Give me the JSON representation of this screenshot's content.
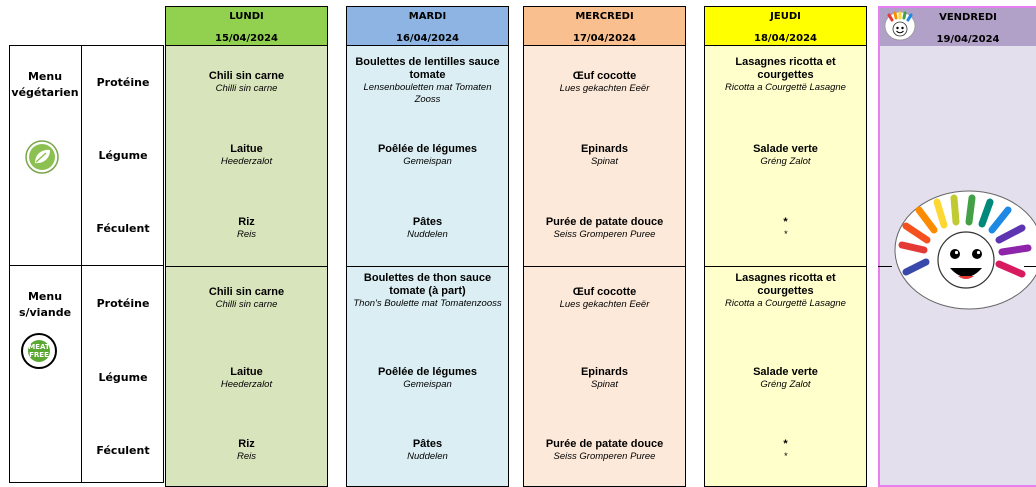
{
  "left": {
    "menus": [
      {
        "label_line1": "Menu",
        "label_line2": "végétarien",
        "icon": "leaf-icon"
      },
      {
        "label_line1": "Menu",
        "label_line2": "s/viande",
        "icon": "meat-free-icon",
        "badge_line1": "MEAT",
        "badge_line2": "FREE"
      }
    ],
    "categories": [
      "Protéine",
      "Légume",
      "Féculent"
    ]
  },
  "days": [
    {
      "name": "LUNDI",
      "date": "15/04/2024",
      "header_color": "#92d050",
      "body_color": "#d8e4bc",
      "menu1": [
        {
          "fr": "Chili sin carne",
          "lb": "Chilli sin carne"
        },
        {
          "fr": "Laitue",
          "lb": "Heederzalot"
        },
        {
          "fr": "Riz",
          "lb": "Reis"
        }
      ],
      "menu2": [
        {
          "fr": "Chili sin carne",
          "lb": "Chilli sin carne"
        },
        {
          "fr": "Laitue",
          "lb": "Heederzalot"
        },
        {
          "fr": "Riz",
          "lb": "Reis"
        }
      ]
    },
    {
      "name": "MARDI",
      "date": "16/04/2024",
      "header_color": "#8db4e2",
      "body_color": "#daeef3",
      "menu1": [
        {
          "fr": "Boulettes de lentilles sauce tomate",
          "lb": "Lensenbouletten mat Tomaten Zooss"
        },
        {
          "fr": "Poêlée de légumes",
          "lb": "Gemeispan"
        },
        {
          "fr": "Pâtes",
          "lb": "Nuddelen"
        }
      ],
      "menu2": [
        {
          "fr": "Boulettes de thon sauce tomate (à part)",
          "lb": "Thon's Boulette mat Tomatenzooss"
        },
        {
          "fr": "Poêlée de légumes",
          "lb": "Gemeispan"
        },
        {
          "fr": "Pâtes",
          "lb": "Nuddelen"
        }
      ]
    },
    {
      "name": "MERCREDI",
      "date": "17/04/2024",
      "header_color": "#fabf8f",
      "body_color": "#fde9d9",
      "menu1": [
        {
          "fr": "Œuf cocotte",
          "lb": "Lues gekachten Eeër"
        },
        {
          "fr": "Epinards",
          "lb": "Spinat"
        },
        {
          "fr": "Purée de patate douce",
          "lb": "Seiss Gromperen Puree"
        }
      ],
      "menu2": [
        {
          "fr": "Œuf cocotte",
          "lb": "Lues gekachten Eeër"
        },
        {
          "fr": "Epinards",
          "lb": "Spinat"
        },
        {
          "fr": "Purée de patate douce",
          "lb": "Seiss Gromperen Puree"
        }
      ]
    },
    {
      "name": "JEUDI",
      "date": "18/04/2024",
      "header_color": "#ffff00",
      "body_color": "#ffffcc",
      "menu1": [
        {
          "fr": "Lasagnes ricotta et courgettes",
          "lb": "Ricotta a Courgettë Lasagne"
        },
        {
          "fr": "Salade verte",
          "lb": "Gréng Zalot"
        },
        {
          "fr": "*",
          "lb": "*"
        }
      ],
      "menu2": [
        {
          "fr": "Lasagnes ricotta et courgettes",
          "lb": "Ricotta a Courgettë Lasagne"
        },
        {
          "fr": "Salade verte",
          "lb": "Gréng Zalot"
        },
        {
          "fr": "*",
          "lb": "*"
        }
      ]
    }
  ],
  "friday": {
    "name": "VENDREDI",
    "date": "19/04/2024",
    "header_color": "#b1a0c7",
    "body_color": "#e4dfec",
    "border_color": "#e87ff0",
    "icon": "rainbow-hands-face-icon"
  }
}
